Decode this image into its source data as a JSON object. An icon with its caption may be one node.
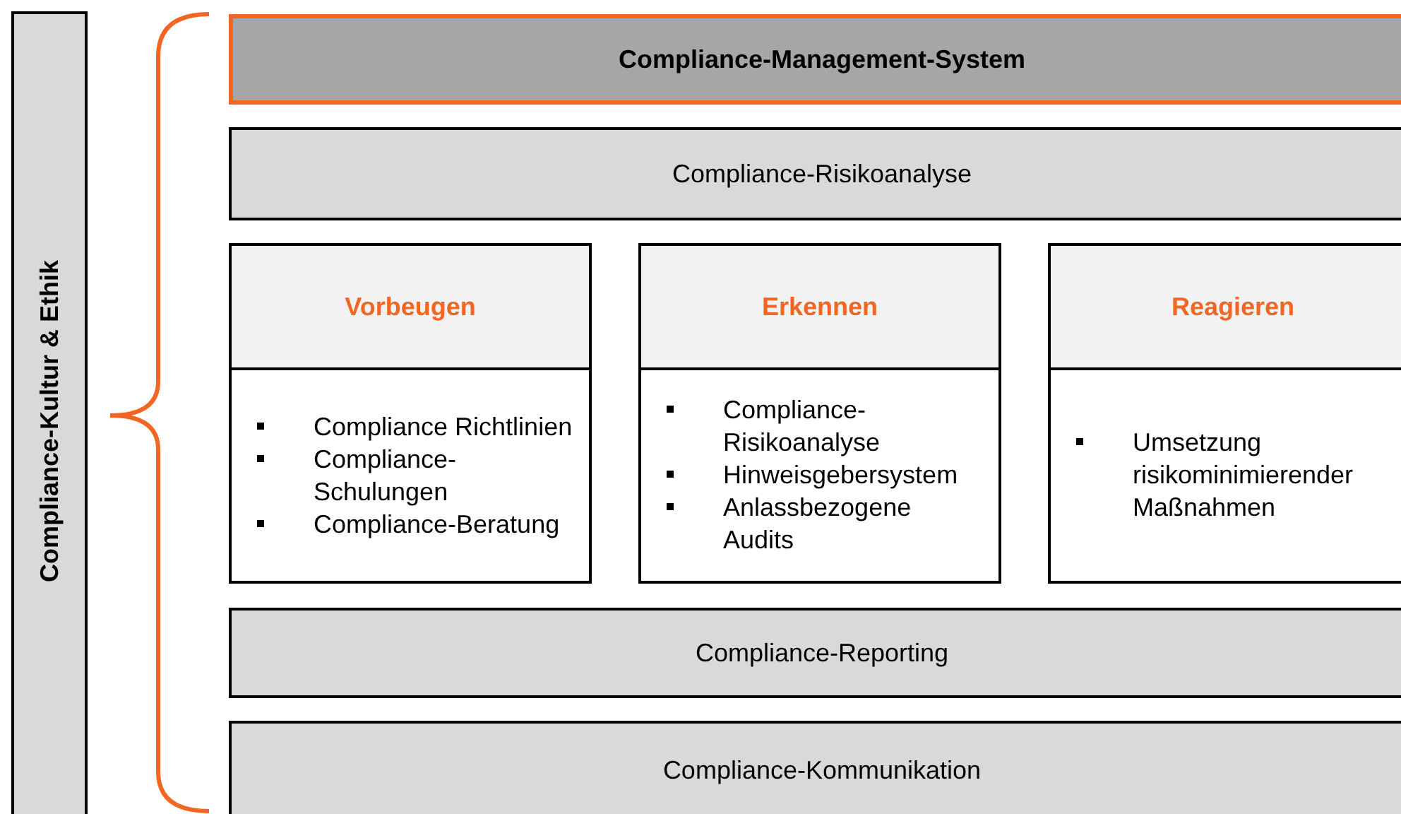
{
  "diagram": {
    "nodes": [
      {
        "text": [
          "Compliance-Kultur & Ethik"
        ]
      },
      {
        "text": [
          "Compliance-Management-System"
        ]
      },
      {
        "text": [
          "Compliance-Risikoanalyse"
        ]
      },
      {
        "text": [
          "Vorbeugen",
          "Compliance Richtlinien",
          "Compliance-Schulungen",
          "Compliance-Beratung"
        ]
      },
      {
        "text": [
          "Erkennen",
          "Compliance-Risikoanalyse",
          "Hinweisgebersystem",
          "Anlassbezogene Audits"
        ]
      },
      {
        "text": [
          "Reagieren",
          "Umsetzung risikominimierender Maßnahmen"
        ]
      },
      {
        "text": [
          "Compliance-Reporting"
        ]
      },
      {
        "text": [
          "Compliance-Kommunikation"
        ]
      }
    ]
  }
}
